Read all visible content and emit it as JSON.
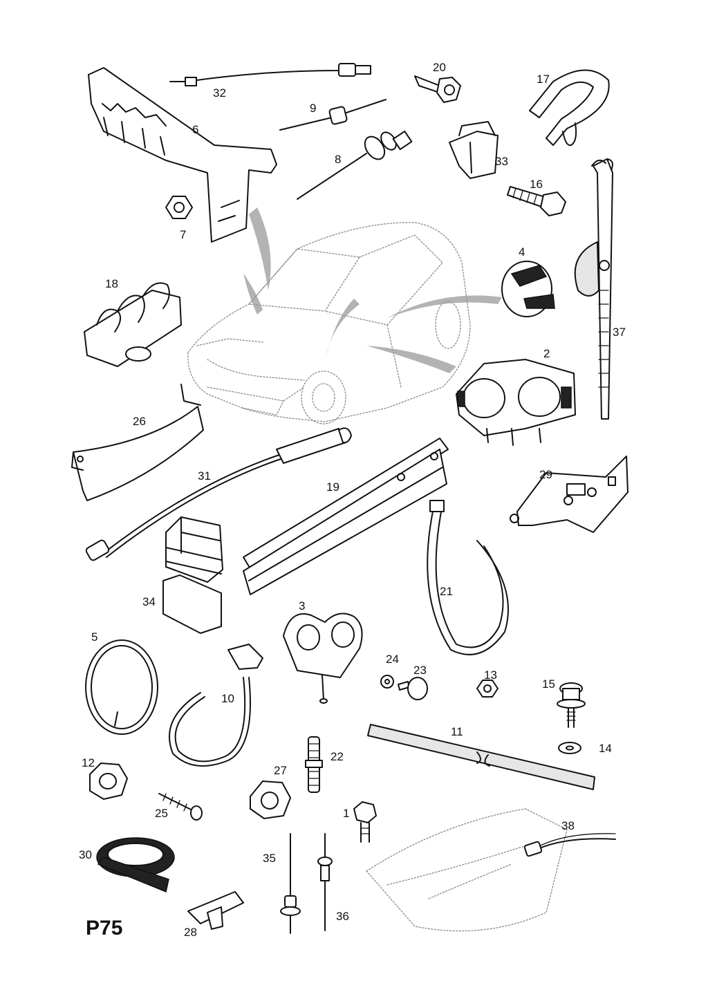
{
  "page_code": "P75",
  "callouts": {
    "p1": "1",
    "p2": "2",
    "p3": "3",
    "p4": "4",
    "p5": "5",
    "p6": "6",
    "p7": "7",
    "p8": "8",
    "p9": "9",
    "p10": "10",
    "p11": "11",
    "p12": "12",
    "p13": "13",
    "p14": "14",
    "p15": "15",
    "p16": "16",
    "p17": "17",
    "p18": "18",
    "p19": "19",
    "p20": "20",
    "p21": "21",
    "p22": "22",
    "p23": "23",
    "p24": "24",
    "p25": "25",
    "p26": "26",
    "p27": "27",
    "p28": "28",
    "p29": "29",
    "p30": "30",
    "p31": "31",
    "p32": "32",
    "p33": "33",
    "p34": "34",
    "p35": "35",
    "p36": "36",
    "p37": "37",
    "p38": "38"
  }
}
